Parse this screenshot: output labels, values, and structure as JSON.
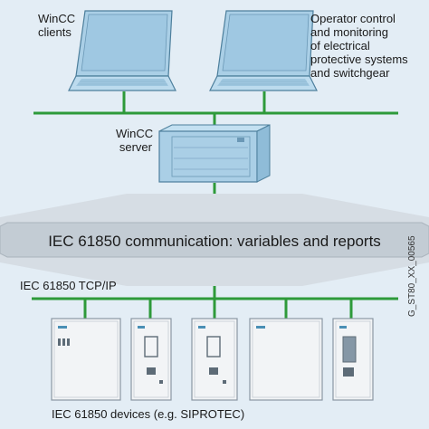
{
  "labels": {
    "clients": [
      "WinCC",
      "clients"
    ],
    "operator": [
      "Operator control",
      "and monitoring",
      "of electrical",
      "protective systems",
      "and switchgear"
    ],
    "server": [
      "WinCC",
      "server"
    ],
    "banner": "IEC 61850 communication: variables and reports",
    "tcpip": "IEC 61850 TCP/IP",
    "devices": "IEC 61850 devices (e.g. SIPROTEC)",
    "figure_code": "G_ST80_XX_00565"
  },
  "colors": {
    "background": "#e3edf5",
    "network_line": "#2e9a3a",
    "device_fill": "#aacfe6",
    "device_stroke": "#4d7f9c",
    "banner_fill": "#c9d4dd",
    "module_fill": "#f2f4f6"
  }
}
